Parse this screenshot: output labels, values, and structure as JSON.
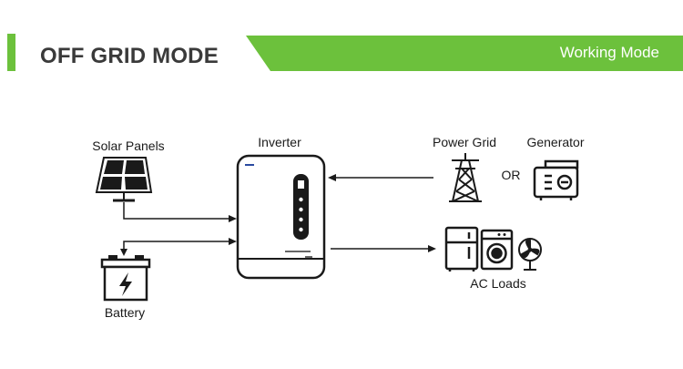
{
  "header": {
    "title": "OFF GRID MODE",
    "banner_label": "Working Mode",
    "accent_color": "#6cc13c"
  },
  "diagram": {
    "nodes": {
      "solar": {
        "label": "Solar Panels",
        "icon": "solar-panel-icon"
      },
      "inverter": {
        "label": "Inverter",
        "icon": "inverter-icon"
      },
      "grid": {
        "label": "Power Grid",
        "icon": "transmission-tower-icon"
      },
      "generator": {
        "label": "Generator",
        "icon": "generator-icon"
      },
      "battery": {
        "label": "Battery",
        "icon": "battery-icon"
      },
      "loads": {
        "label": "AC Loads",
        "icons": [
          "refrigerator-icon",
          "washing-machine-icon",
          "fan-icon"
        ]
      }
    },
    "or_label": "OR"
  }
}
